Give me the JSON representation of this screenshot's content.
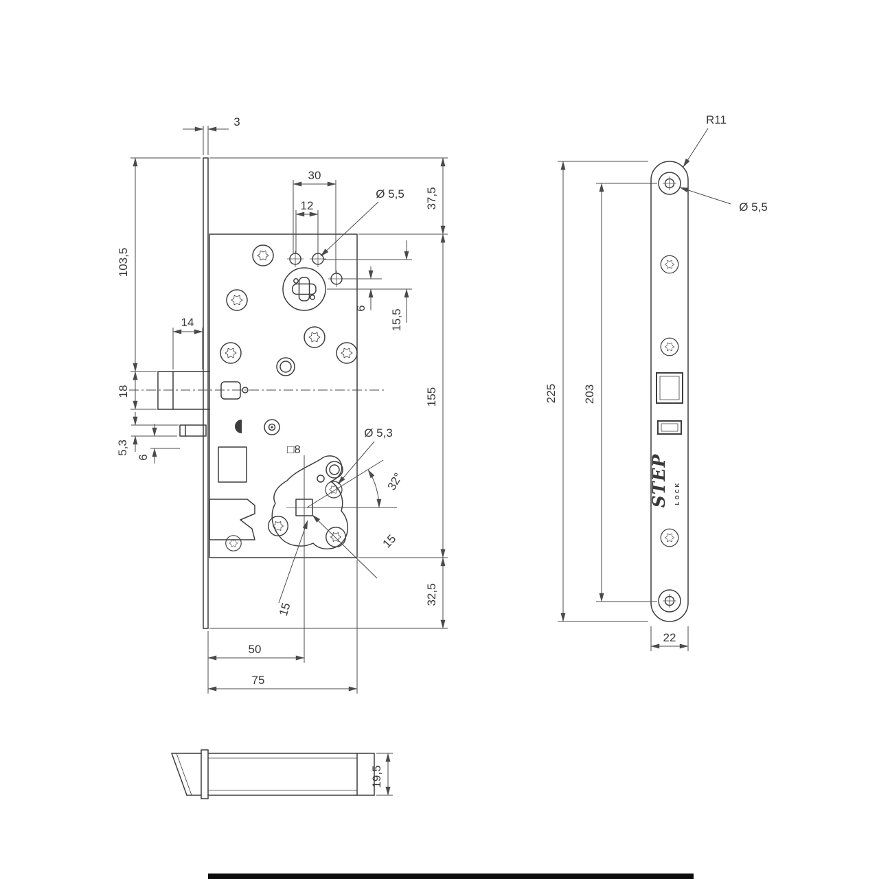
{
  "drawing": {
    "type": "mortise-lock technical drawing",
    "line_color": "#3d3d3d",
    "main_view": {
      "name": "lock case side view",
      "labels": {
        "plate_thickness": "3",
        "spacing_30": "30",
        "spacing_12": "12",
        "hole_dia": "Ø 5,5",
        "top_offset": "37,5",
        "height_103_5": "103,5",
        "latch_14": "14",
        "latch_18": "18",
        "pin_5_3": "5,3",
        "pin_6": "6",
        "offset_6": "6",
        "offset_15_5": "15,5",
        "case_155": "155",
        "bottom_32_5": "32,5",
        "backset_50": "50",
        "depth_75": "75",
        "square_8": "□8",
        "cam_hole": "Ø 5,3",
        "angle_32": "32°",
        "radius_15_a": "15",
        "radius_15_b": "15"
      }
    },
    "face_view": {
      "name": "faceplate front view",
      "labels": {
        "total_225": "225",
        "spacing_203": "203",
        "width_22": "22",
        "corner_r11": "R11",
        "hole_dia": "Ø 5,5"
      },
      "logo": {
        "brand": "STEP",
        "sub": "LOCK"
      }
    },
    "bottom_view": {
      "name": "latch bottom view",
      "labels": {
        "height_19_5": "19,5"
      }
    }
  }
}
